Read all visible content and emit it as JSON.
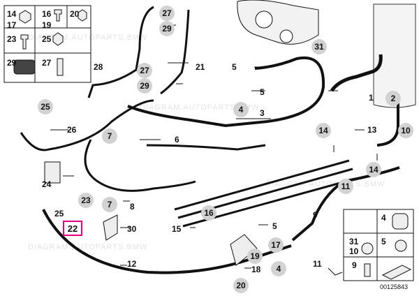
{
  "watermark": "DIAGRAM.AUTOPARTS.BMW",
  "labels": {
    "k14": "14",
    "k17": "17",
    "k16": "16",
    "k19": "19",
    "k20": "20",
    "k23": "23",
    "k25": "25",
    "k29": "29",
    "k27": "27",
    "c27a": "27",
    "c29a": "29",
    "c27b": "27",
    "c29b": "29",
    "l28": "28",
    "l21": "21",
    "l5a": "5",
    "l5b": "5",
    "c4a": "4",
    "c31a": "31",
    "l1": "1",
    "c2": "2",
    "l3": "3",
    "c25a": "25",
    "l26": "26",
    "c7a": "7",
    "l6": "6",
    "c14a": "14",
    "l13": "13",
    "c10": "10",
    "l24": "24",
    "c23": "23",
    "c14b": "14",
    "c11": "11",
    "l9": "9",
    "c7b": "7",
    "l8": "8",
    "l25": "25",
    "p22": "22",
    "l30": "30",
    "c16": "16",
    "l15": "15",
    "l5c": "5",
    "c17": "17",
    "c19": "19",
    "l18": "18",
    "c20": "20",
    "l12": "12",
    "c4b": "4",
    "r31": "31",
    "r10": "10",
    "r4": "4",
    "r11": "11",
    "r5": "5",
    "r9": "9"
  },
  "ref_number": "00125843"
}
